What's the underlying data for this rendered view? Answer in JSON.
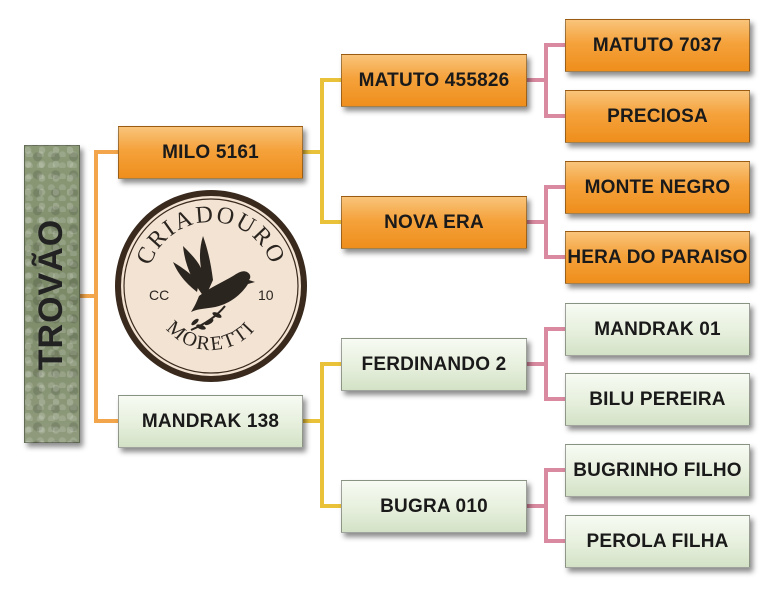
{
  "root": {
    "label": "TROVÃO"
  },
  "logo": {
    "top_text": "CRIADOURO",
    "bottom_text": "MORETTI",
    "left_text": "CC",
    "right_text": "10",
    "icon": "dove-with-olive-branch-icon"
  },
  "parents": {
    "sire": "MILO 5161",
    "dam": "MANDRAK 138"
  },
  "grandparents": {
    "sire_sire": "MATUTO 455826",
    "sire_dam": "NOVA ERA",
    "dam_sire": "FERDINANDO 2",
    "dam_dam": "BUGRA 010"
  },
  "great_grandparents": {
    "g1": "MATUTO 7037",
    "g2": "PRECIOSA",
    "g3": "MONTE NEGRO",
    "g4": "HERA DO PARAISO",
    "g5": "MANDRAK 01",
    "g6": "BILU PEREIRA",
    "g7": "BUGRINHO FILHO",
    "g8": "PEROLA FILHA"
  },
  "colors": {
    "male_box": "#f5a23c",
    "female_box": "#e6efdc",
    "connector_root": "#f2a54a",
    "connector_mid": "#e9c23a",
    "connector_leaf": "#d98aa0"
  }
}
